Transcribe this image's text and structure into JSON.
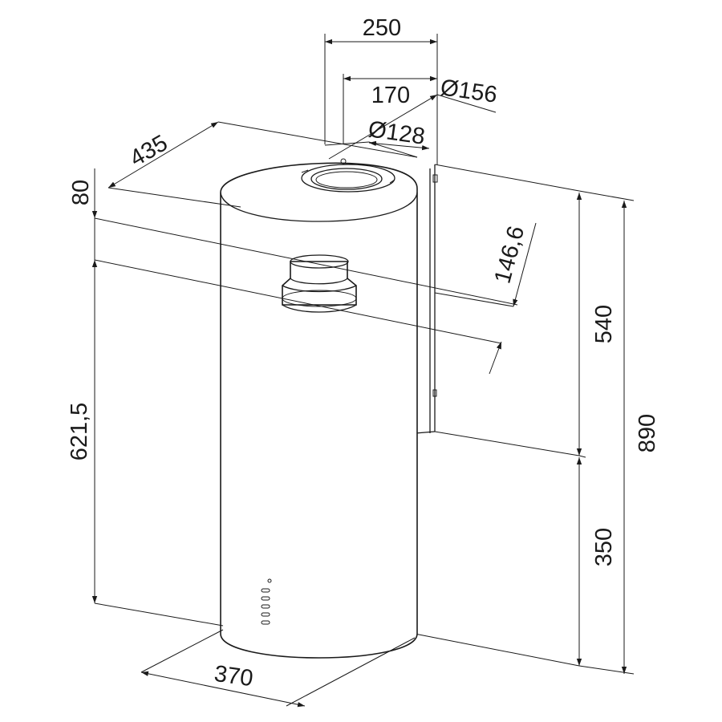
{
  "drawing": {
    "stroke_color": "#1a1a1a",
    "background": "#ffffff"
  },
  "dimensions": {
    "width_250": "250",
    "width_170": "170",
    "diameter_156": "Ø156",
    "diameter_128": "Ø128",
    "depth_435": "435",
    "offset_80": "80",
    "distance_146_6": "146,6",
    "height_621_5": "621,5",
    "height_540": "540",
    "height_890": "890",
    "height_350": "350",
    "diameter_370": "370"
  }
}
